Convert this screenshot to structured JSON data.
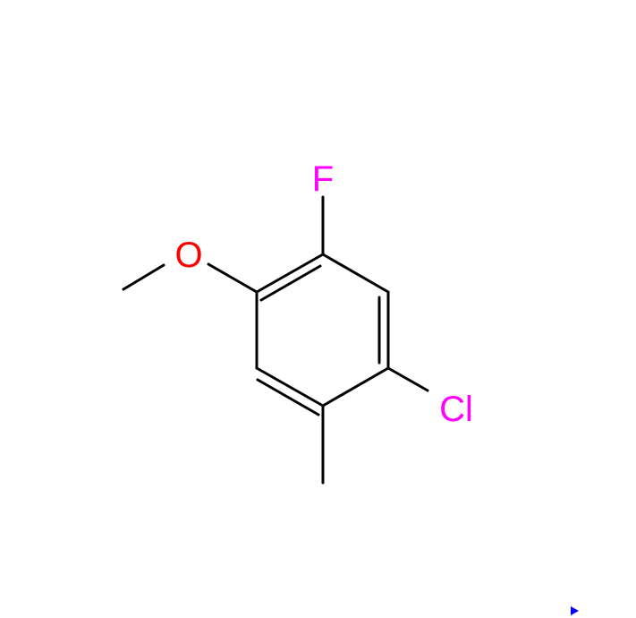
{
  "diagram": {
    "type": "structural-formula",
    "atoms": {
      "fluorine": {
        "symbol": "F",
        "color": "#ff00ff"
      },
      "oxygen": {
        "symbol": "O",
        "color": "#ff0000"
      },
      "chlorine": {
        "symbol": "Cl",
        "color": "#ff00ff"
      }
    },
    "bond_color": "#000000",
    "marker_color": "#0000ff"
  }
}
